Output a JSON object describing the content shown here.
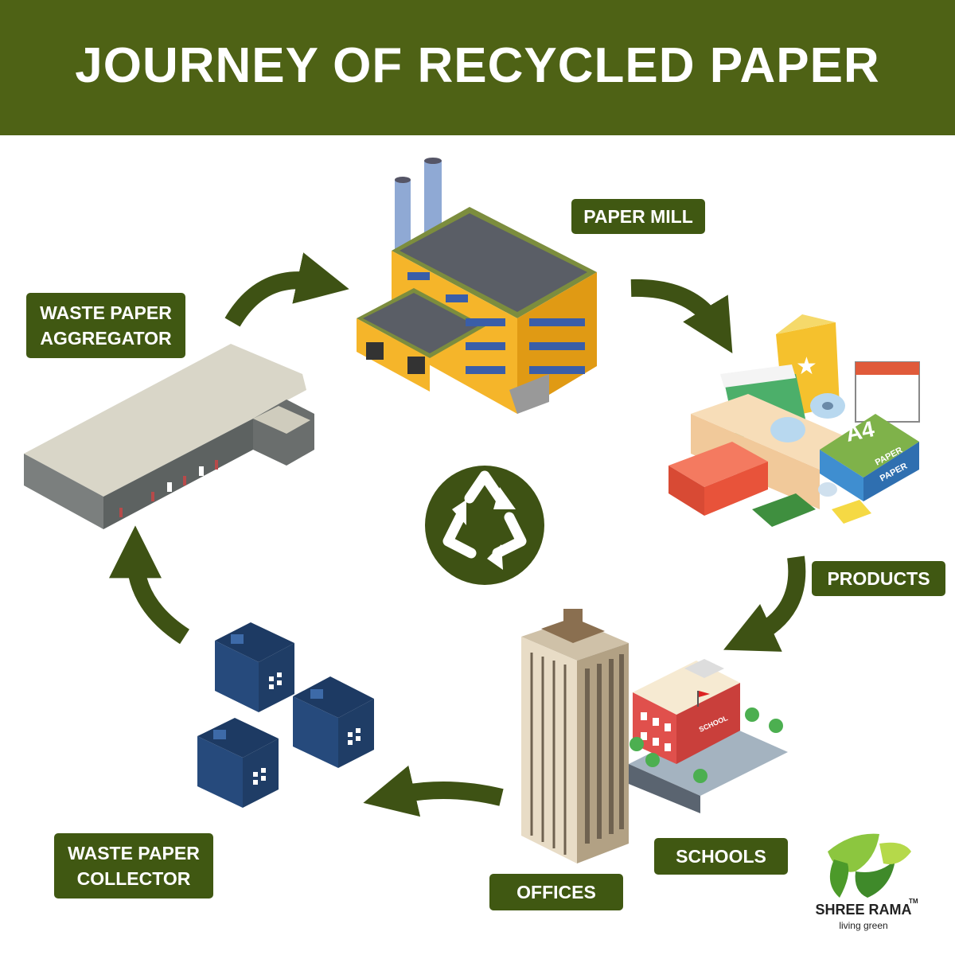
{
  "header": {
    "title": "JOURNEY OF RECYCLED PAPER"
  },
  "colors": {
    "header_bg": "#4e6215",
    "label_bg": "#405812",
    "arrow": "#3e5214",
    "building_yellow": "#f5b52a",
    "building_navy": "#22406a"
  },
  "stages": {
    "paper_mill": {
      "label": "PAPER MILL"
    },
    "products": {
      "label": "PRODUCTS"
    },
    "offices": {
      "label": "OFFICES"
    },
    "schools": {
      "label": "SCHOOLS"
    },
    "collector": {
      "line1": "WASTE PAPER",
      "line2": "COLLECTOR"
    },
    "aggregator": {
      "line1": "WASTE PAPER",
      "line2": "AGGREGATOR"
    }
  },
  "illustration_text": {
    "a4": "A4",
    "paper": "PAPER",
    "school": "SCHOOL"
  },
  "center_icon": "recycle-icon",
  "brand": {
    "name": "SHREE RAMA",
    "trademark": "TM",
    "tagline": "living green"
  }
}
